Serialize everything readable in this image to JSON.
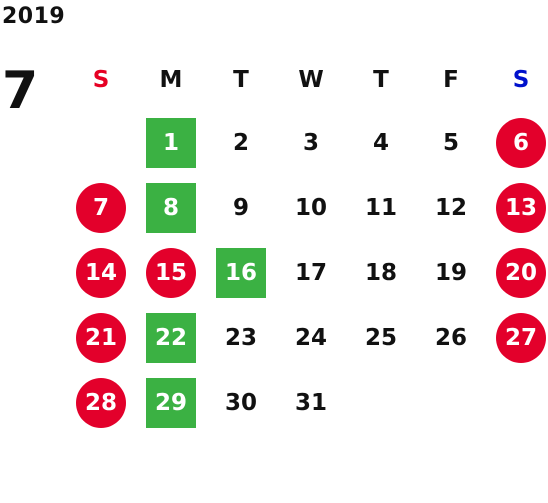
{
  "year": "2019",
  "month": "7",
  "weekday_headers": [
    "S",
    "M",
    "T",
    "W",
    "T",
    "F",
    "S"
  ],
  "colors": {
    "sunday_header": "#e60023",
    "saturday_header": "#0011cc",
    "holiday_circle": "#e3002b",
    "highlight_square": "#3bb143"
  },
  "weeks": [
    [
      {
        "day": ""
      },
      {
        "day": "1",
        "style": "green"
      },
      {
        "day": "2"
      },
      {
        "day": "3"
      },
      {
        "day": "4"
      },
      {
        "day": "5"
      },
      {
        "day": "6",
        "style": "holiday"
      }
    ],
    [
      {
        "day": "7",
        "style": "holiday"
      },
      {
        "day": "8",
        "style": "green"
      },
      {
        "day": "9"
      },
      {
        "day": "10"
      },
      {
        "day": "11"
      },
      {
        "day": "12"
      },
      {
        "day": "13",
        "style": "holiday"
      }
    ],
    [
      {
        "day": "14",
        "style": "holiday"
      },
      {
        "day": "15",
        "style": "holiday"
      },
      {
        "day": "16",
        "style": "green"
      },
      {
        "day": "17"
      },
      {
        "day": "18"
      },
      {
        "day": "19"
      },
      {
        "day": "20",
        "style": "holiday"
      }
    ],
    [
      {
        "day": "21",
        "style": "holiday"
      },
      {
        "day": "22",
        "style": "green"
      },
      {
        "day": "23"
      },
      {
        "day": "24"
      },
      {
        "day": "25"
      },
      {
        "day": "26"
      },
      {
        "day": "27",
        "style": "holiday"
      }
    ],
    [
      {
        "day": "28",
        "style": "holiday"
      },
      {
        "day": "29",
        "style": "green"
      },
      {
        "day": "30"
      },
      {
        "day": "31"
      },
      {
        "day": ""
      },
      {
        "day": ""
      },
      {
        "day": ""
      }
    ]
  ]
}
